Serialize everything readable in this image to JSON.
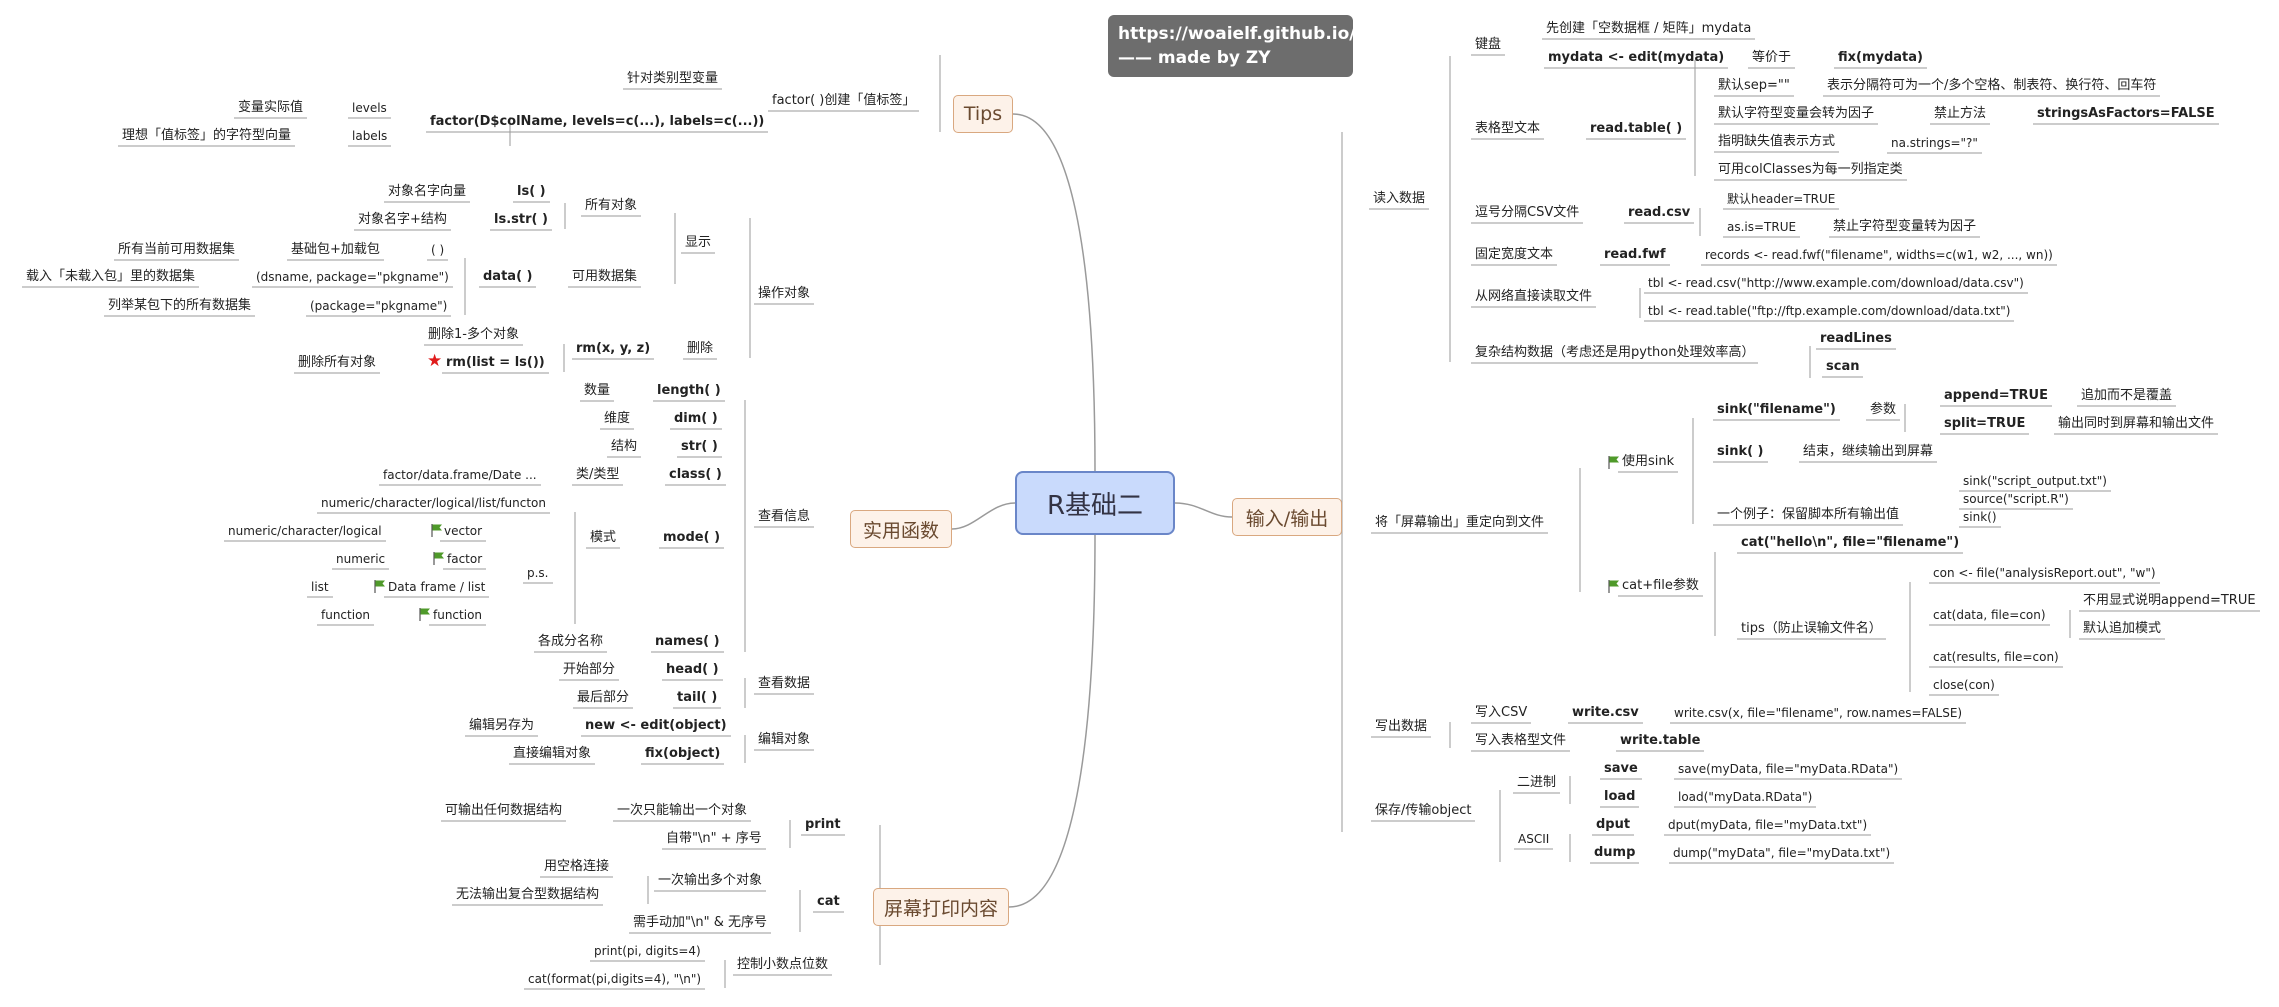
{
  "header": {
    "line1": "https://woaielf.github.io/",
    "line2": "—— made by ZY"
  },
  "central": "R基础二",
  "main": {
    "tips": "Tips",
    "util": "实用函数",
    "print": "屏幕打印内容",
    "io": "输入/输出"
  },
  "tips": {
    "n1": "针对类别型变量",
    "n2": "factor( )创建「值标签」",
    "n3": "factor(D$colName, levels=c(...), labels=c(...))",
    "n4": "levels",
    "n5": "变量实际值",
    "n6": "labels",
    "n7": "理想「值标签」的字符型向量"
  },
  "util": {
    "ops": "操作对象",
    "show": "显示",
    "all": "所有对象",
    "ls": "ls( )",
    "ls_d": "对象名字向量",
    "lsstr": "ls.str( )",
    "lsstr_d": "对象名字+结构",
    "avail": "可用数据集",
    "data": "data( )",
    "d1a": "( )",
    "d1b": "基础包+加载包",
    "d1c": "所有当前可用数据集",
    "d2a": "(dsname, package=\"pkgname\")",
    "d2b": "载入「未载入包」里的数据集",
    "d3a": "(package=\"pkgname\")",
    "d3b": "列举某包下的所有数据集",
    "del": "删除",
    "rm": "rm(x, y, z)",
    "rm_d": "删除1-多个对象",
    "rmall": "rm(list = ls())",
    "rmall_d": "删除所有对象",
    "info": "查看信息",
    "len": "length( )",
    "len_d": "数量",
    "dim": "dim( )",
    "dim_d": "维度",
    "str": "str( )",
    "str_d": "结构",
    "class": "class( )",
    "class_d": "类/类型",
    "class_v": "factor/data.frame/Date ...",
    "mode": "mode( )",
    "mode_d": "模式",
    "mode_v": "numeric/character/logical/list/functon",
    "ps": "p.s.",
    "p1a": "numeric/character/logical",
    "p1b": "vector",
    "p2a": "numeric",
    "p2b": "factor",
    "p3a": "list",
    "p3b": "Data frame / list",
    "p4a": "function",
    "p4b": "function",
    "names": "names( )",
    "names_d": "各成分名称",
    "view": "查看数据",
    "head": "head( )",
    "head_d": "开始部分",
    "tail": "tail( )",
    "tail_d": "最后部分",
    "edit": "编辑对象",
    "newedit": "new <- edit(object)",
    "newedit_d": "编辑另存为",
    "fix": "fix(object)",
    "fix_d": "直接编辑对象"
  },
  "printing": {
    "print": "print",
    "pr1": "一次只能输出一个对象",
    "pr1d": "可输出任何数据结构",
    "pr2": "自带\"\\n\" + 序号",
    "cat": "cat",
    "c1": "一次输出多个对象",
    "c1a": "用空格连接",
    "c1b": "无法输出复合型数据结构",
    "c2": "需手动加\"\\n\" & 无序号",
    "dig": "控制小数点位数",
    "dig1": "print(pi, digits=4)",
    "dig2": "cat(format(pi,digits=4), \"\\n\")"
  },
  "io": {
    "read": "读入数据",
    "kb": "键盘",
    "kb1": "先创建「空数据框 / 矩阵」mydata",
    "kb2": "mydata <- edit(mydata)",
    "kb3": "等价于",
    "kb4": "fix(mydata)",
    "tab": "表格型文本",
    "rt": "read.table( )",
    "rt1a": "默认sep=\"\"",
    "rt1b": "表示分隔符可为一个/多个空格、制表符、换行符、回车符",
    "rt2a": "默认字符型变量会转为因子",
    "rt2b": "禁止方法",
    "rt2c": "stringsAsFactors=FALSE",
    "rt3a": "指明缺失值表示方式",
    "rt3b": "na.strings=\"?\"",
    "rt4": "可用colClasses为每一列指定类",
    "csv": "逗号分隔CSV文件",
    "rc": "read.csv",
    "rc1": "默认header=TRUE",
    "rc2a": "as.is=TRUE",
    "rc2b": "禁止字符型变量转为因子",
    "fwf": "固定宽度文本",
    "rf": "read.fwf",
    "rf1": "records <- read.fwf(\"filename\", widths=c(w1, w2, ..., wn))",
    "net": "从网络直接读取文件",
    "net1": "tbl <- read.csv(\"http://www.example.com/download/data.csv\")",
    "net2": "tbl <- read.table(\"ftp://ftp.example.com/download/data.txt\")",
    "cx": "复杂结构数据（考虑还是用python处理效率高）",
    "cx1": "readLines",
    "cx2": "scan",
    "redirect": "将「屏幕输出」重定向到文件",
    "sink": "使用sink",
    "sk1": "sink(\"filename\")",
    "sk1p": "参数",
    "ap": "append=TRUE",
    "apd": "追加而不是覆盖",
    "sp": "split=TRUE",
    "spd": "输出同时到屏幕和输出文件",
    "sk2": "sink( )",
    "sk2d": "结束，继续输出到屏幕",
    "sk3": "一个例子：保留脚本所有输出值",
    "ex1": "sink(\"script_output.txt\")",
    "ex2": "source(\"script.R\")",
    "ex3": "sink()",
    "catf": "cat+file参数",
    "cf1": "cat(\"hello\\n\", file=\"filename\")",
    "tips": "tips（防止误输文件名）",
    "t1": "con <- file(\"analysisReport.out\", \"w\")",
    "t2": "cat(data, file=con)",
    "t2a": "不用显式说明append=TRUE",
    "t2b": "默认追加模式",
    "t3": "cat(results, file=con)",
    "t4": "close(con)",
    "write": "写出数据",
    "wcsv": "写入CSV",
    "wc": "write.csv",
    "wcd": "write.csv(x, file=\"filename\", row.names=FALSE)",
    "wtab": "写入表格型文件",
    "wt": "write.table",
    "save": "保存/传输object",
    "bin": "二进制",
    "sv": "save",
    "svd": "save(myData, file=\"myData.RData\")",
    "ld": "load",
    "ldd": "load(\"myData.RData\")",
    "ascii": "ASCII",
    "dp": "dput",
    "dpd": "dput(myData, file=\"myData.txt\")",
    "dm": "dump",
    "dmd": "dump(\"myData\", file=\"myData.txt\")"
  },
  "colors": {
    "central": "#c9dafc",
    "main": "#fdf2e9",
    "line": "#9a9a9a",
    "flag": "#4f9a2a",
    "star": "#e01b1b"
  }
}
